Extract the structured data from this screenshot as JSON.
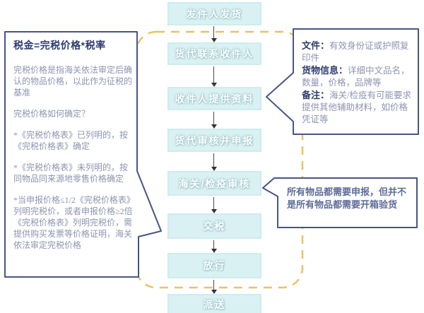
{
  "diagram": {
    "flow_steps": [
      "发件人发货",
      "货代联系收件人",
      "收件人提供资料",
      "货代审核并申报",
      "海关/检疫审核",
      "交税",
      "放行",
      "派送"
    ],
    "left_panel": {
      "title": "税金=完税价格*税率",
      "paragraphs": [
        "完税价格是指海关依法审定后确认的物品价格，以此作为征税的基准",
        "完税价格如何确定？",
        "*《完税价格表》已列明的，按《完税价格表》确定",
        "*《完税价格表》未列明的，按同物品同来源地零售价格确定",
        "*当申报价格≤1/2《完税价格表》列明完税价，或者申报价格≥2倍《完税价格表》列明完税价，需提供购买发票等价格证明，海关依法审定完税价格"
      ]
    },
    "right_top_panel": {
      "items": [
        {
          "label": "文件：",
          "text": "有效身份证或护照复印件"
        },
        {
          "label": "货物信息：",
          "text": "详细中文品名，数量，价格，品牌等"
        },
        {
          "label": "备注：",
          "text": "海关/检疫有可能要求提供其他辅助材料，如价格凭证等"
        }
      ]
    },
    "right_bottom_panel": {
      "text": "所有物品都需要申报，但并不是所有物品都需要开箱验货"
    },
    "colors": {
      "flow_box_fill": "#daf1f3",
      "flow_box_border": "#cdecee",
      "panel_border": "#46548a",
      "panel_title_text": "#2e3b6e",
      "panel_body_text": "#8d94b0",
      "dashed_boundary": "#e7c364",
      "arrow": "#444444"
    }
  }
}
